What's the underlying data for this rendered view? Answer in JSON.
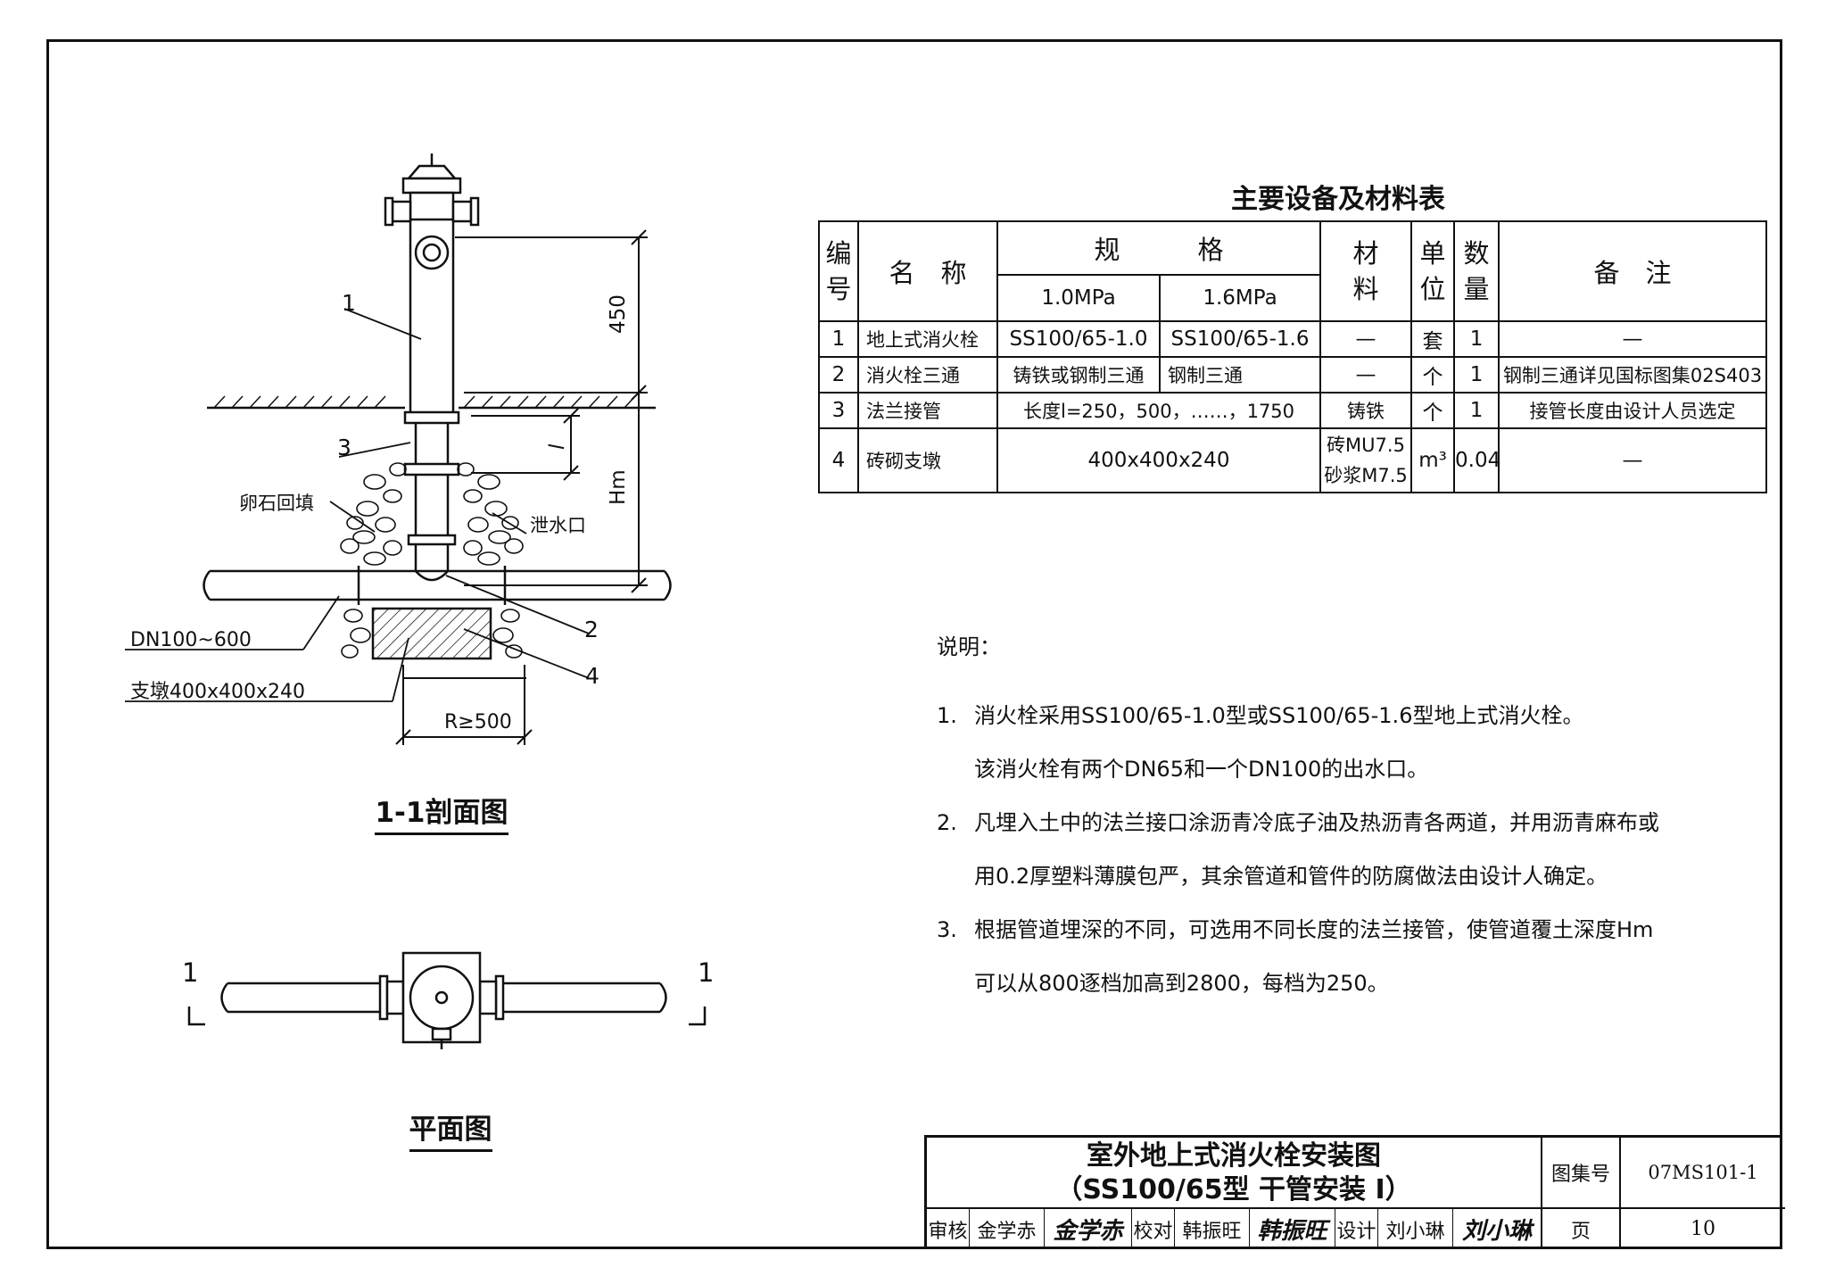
{
  "drawing": {
    "section_labels": {
      "item1": "1",
      "item2": "2",
      "item3": "3",
      "item4": "4",
      "pebble_backfill": "卵石回填",
      "drain_outlet": "泄水口",
      "pipe_size": "DN100~600",
      "pier": "支墩400x400x240",
      "dim_450": "450",
      "dim_l": "l",
      "dim_hm": "Hm",
      "dim_r": "R≥500"
    },
    "section_caption": "1-1剖面图",
    "plan_caption": "平面图",
    "plan_cut_left": "1",
    "plan_cut_right": "1"
  },
  "table": {
    "title": "主要设备及材料表",
    "headers": {
      "no": [
        "编",
        "号"
      ],
      "name": "名　称",
      "spec": "规　　　格",
      "spec_1": "1.0MPa",
      "spec_2": "1.6MPa",
      "material": [
        "材",
        "料"
      ],
      "unit": [
        "单",
        "位"
      ],
      "qty": [
        "数",
        "量"
      ],
      "remark": "备　注"
    },
    "rows": [
      {
        "no": "1",
        "name": "地上式消火栓",
        "spec1": "SS100/65-1.0",
        "spec2": "SS100/65-1.6",
        "material": "—",
        "unit": "套",
        "qty": "1",
        "remark": "—"
      },
      {
        "no": "2",
        "name": "消火栓三通",
        "spec1": "铸铁或钢制三通",
        "spec2": "钢制三通",
        "material": "—",
        "unit": "个",
        "qty": "1",
        "remark": "钢制三通详见国标图集02S403"
      },
      {
        "no": "3",
        "name": "法兰接管",
        "spec": "长度l=250，500，……，1750",
        "material": "铸铁",
        "unit": "个",
        "qty": "1",
        "remark": "接管长度由设计人员选定"
      },
      {
        "no": "4",
        "name": "砖砌支墩",
        "spec": "400x400x240",
        "material": [
          "砖MU7.5",
          "砂浆M7.5"
        ],
        "unit": "m³",
        "qty": "0.04",
        "remark": "—"
      }
    ]
  },
  "notes": {
    "title": "说明：",
    "items": [
      {
        "num": "1.",
        "lines": [
          "消火栓采用SS100/65-1.0型或SS100/65-1.6型地上式消火栓。",
          "该消火栓有两个DN65和一个DN100的出水口。"
        ]
      },
      {
        "num": "2.",
        "lines": [
          "凡埋入土中的法兰接口涂沥青冷底子油及热沥青各两道，并用沥青麻布或",
          "用0.2厚塑料薄膜包严，其余管道和管件的防腐做法由设计人确定。"
        ]
      },
      {
        "num": "3.",
        "lines": [
          "根据管道埋深的不同，可选用不同长度的法兰接管，使管道覆土深度Hm",
          "可以从800逐档加高到2800，每档为250。"
        ]
      }
    ]
  },
  "title_block": {
    "title_line1": "室外地上式消火栓安装图",
    "title_line2": "（SS100/65型  干管安装 Ⅰ）",
    "atlas_label": "图集号",
    "atlas_value": "07MS101-1",
    "review_label": "审核",
    "review_name": "金学赤",
    "review_sig": "金学赤",
    "check_label": "校对",
    "check_name": "韩振旺",
    "check_sig": "韩振旺",
    "design_label": "设计",
    "design_name": "刘小琳",
    "design_sig": "刘小琳",
    "page_label": "页",
    "page_value": "10"
  }
}
